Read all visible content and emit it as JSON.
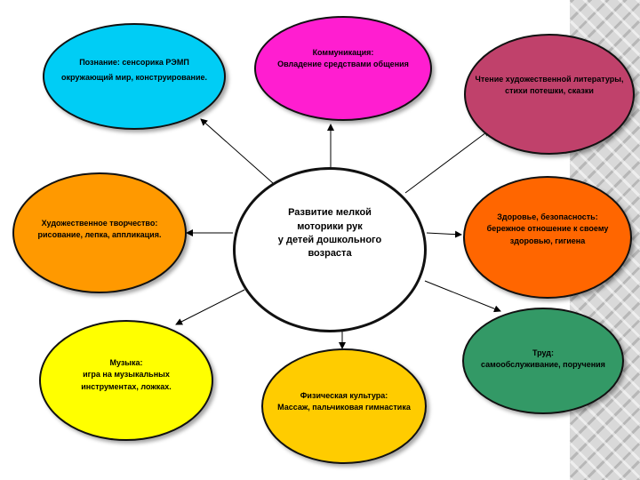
{
  "center": {
    "lines": [
      "Развитие мелкой",
      "моторики рук",
      "у детей дошкольного",
      "возраста"
    ],
    "color": "#ffffff"
  },
  "nodes": [
    {
      "id": "cognition",
      "lines": [
        "Познание: сенсорика РЭМП",
        "окружающий мир, конструирование."
      ],
      "color": "#00cdf5"
    },
    {
      "id": "communication",
      "lines": [
        "Коммуникация:",
        "Овладение средствами общения"
      ],
      "color": "#ff1ed0"
    },
    {
      "id": "reading",
      "lines": [
        "Чтение художественной литературы,",
        "стихи потешки, сказки"
      ],
      "color": "#c0416b"
    },
    {
      "id": "art",
      "lines": [
        "Художественное творчество:",
        "рисование, лепка, аппликация."
      ],
      "color": "#ff9900"
    },
    {
      "id": "health",
      "lines": [
        "Здоровье, безопасность:",
        "бережное отношение к своему",
        "здоровью, гигиена"
      ],
      "color": "#ff6600"
    },
    {
      "id": "music",
      "lines": [
        "Музыка:",
        "игра на музыкальных",
        "инструментах, ложках."
      ],
      "color": "#ffff00"
    },
    {
      "id": "labor",
      "lines": [
        "Труд:",
        "самообслуживание, поручения"
      ],
      "color": "#339966"
    },
    {
      "id": "physical",
      "lines": [
        "Физическая культура:",
        "Массаж, пальчиковая гимнастика"
      ],
      "color": "#ffcc00"
    }
  ]
}
